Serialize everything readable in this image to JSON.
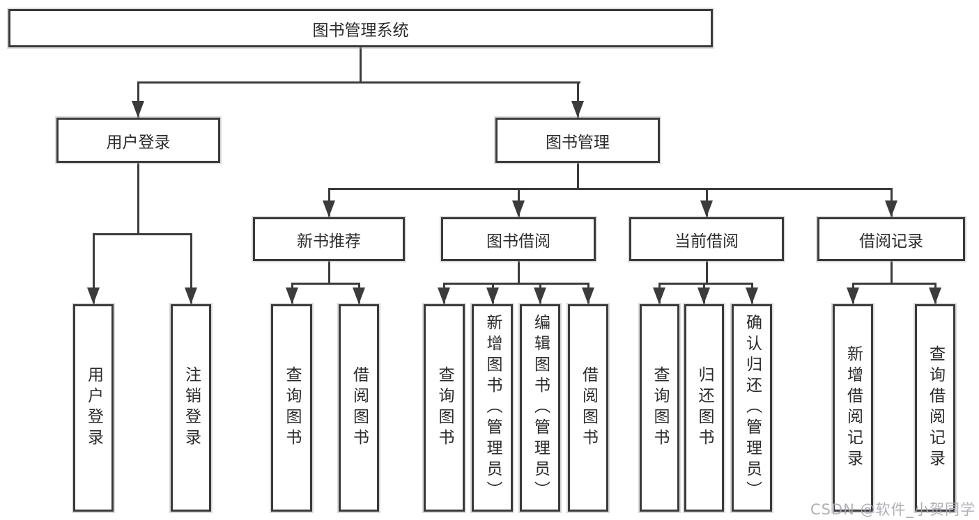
{
  "diagram": {
    "root": {
      "label": "图书管理系统",
      "children": [
        {
          "label": "用户登录",
          "children": [
            {
              "label": "用户登录"
            },
            {
              "label": "注销登录"
            }
          ]
        },
        {
          "label": "图书管理",
          "children": [
            {
              "label": "新书推荐",
              "children": [
                {
                  "label": "查询图书"
                },
                {
                  "label": "借阅图书"
                }
              ]
            },
            {
              "label": "图书借阅",
              "children": [
                {
                  "label": "查询图书"
                },
                {
                  "label": "新增图书（管理员）"
                },
                {
                  "label": "编辑图书（管理员）"
                },
                {
                  "label": "借阅图书"
                }
              ]
            },
            {
              "label": "当前借阅",
              "children": [
                {
                  "label": "查询图书"
                },
                {
                  "label": "归还图书"
                },
                {
                  "label": "确认归还（管理员）"
                }
              ]
            },
            {
              "label": "借阅记录",
              "children": [
                {
                  "label": "新增借阅记录"
                },
                {
                  "label": "查询借阅记录"
                }
              ]
            }
          ]
        }
      ]
    }
  },
  "watermark": "CSDN @软件_小贺同学",
  "colors": {
    "line": "#3b3b3b",
    "border": "#3a3a3a",
    "watermark": "#a6a8b2"
  }
}
